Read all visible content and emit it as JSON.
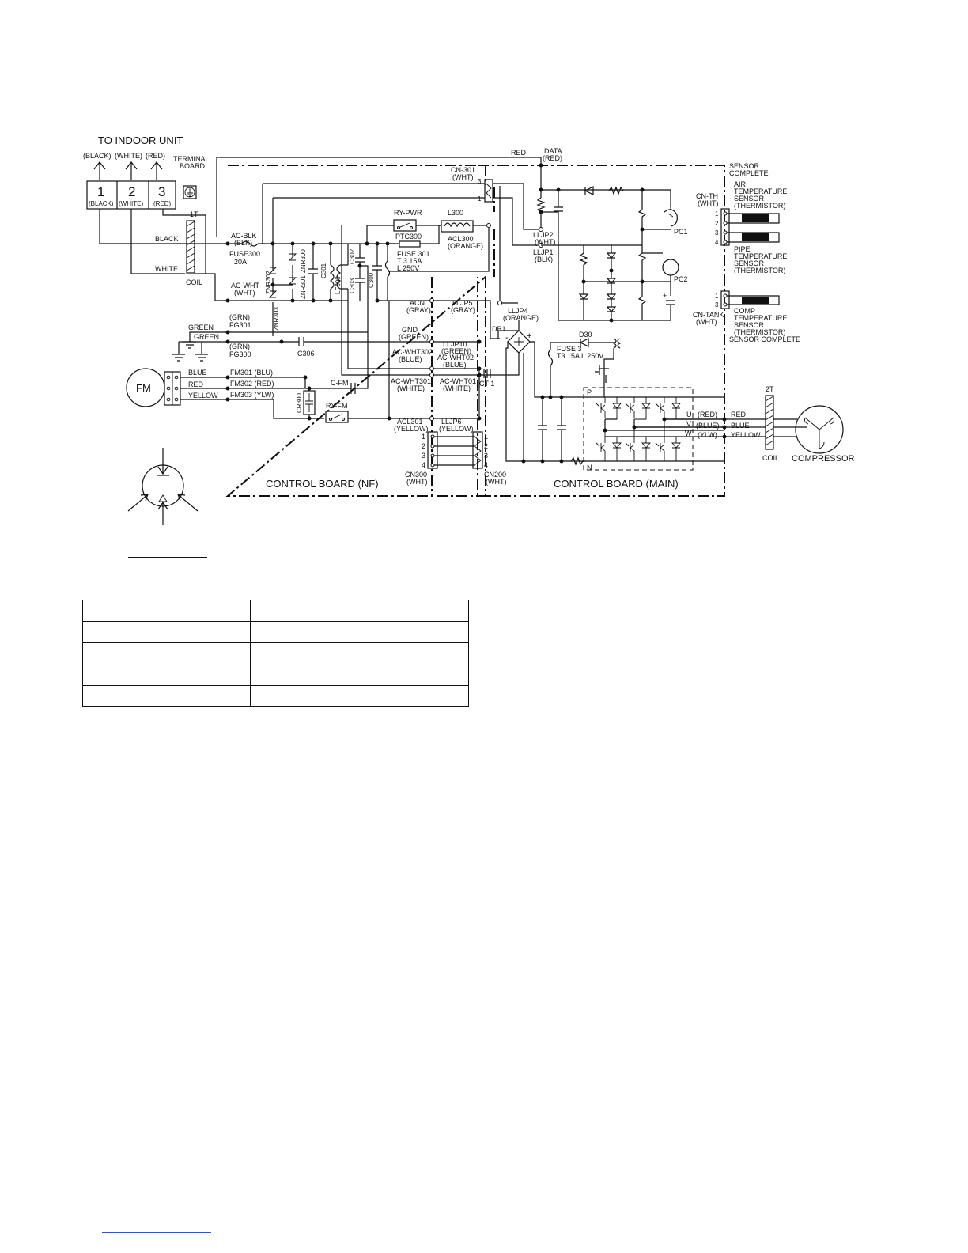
{
  "labels": {
    "to_indoor_unit": "TO INDOOR UNIT",
    "black_paren": "(BLACK)",
    "white_paren": "(WHITE)",
    "red_paren": "(RED)",
    "term1": "1",
    "term2": "2",
    "term3": "3",
    "terminal_board": "TERMINAL",
    "terminal_board2": "BOARD",
    "coil": "COIL",
    "one_t": "1T",
    "two_t": "2T",
    "black": "BLACK",
    "white": "WHITE",
    "green": "GREEN",
    "blue": "BLUE",
    "red": "RED",
    "yellow": "YELLOW",
    "fm": "FM",
    "data": "DATA",
    "data_red": "(RED)",
    "ac_blk": "AC-BLK",
    "blk_paren": "(BLK)",
    "fuse300": "FUSE300",
    "fuse300_rating": "20A",
    "ac_wht": "AC-WHT",
    "wht_paren": "(WHT)",
    "grn_paren": "(GRN)",
    "fg301": "FG301",
    "fg300": "FG300",
    "fm301": "FM301 (BLU)",
    "fm302": "FM302 (RED)",
    "fm303": "FM303 (YLW)",
    "cn301": "CN-301",
    "cn301_wht": "(WHT)",
    "ry_pwr": "RY-PWR",
    "l300": "L300",
    "ptc300": "PTC300",
    "acl300": "ACL300",
    "orange_paren": "(ORANGE)",
    "fuse301": "FUSE 301",
    "fuse301_r1": "T 3.15A",
    "fuse301_r2": "L 250V",
    "znr300": "ZNR300",
    "znr301": "ZNR301",
    "znr302": "ZNR302",
    "znr303": "ZNR303",
    "c301": "C301",
    "lf300": "LF300",
    "c302": "C302",
    "c303": "C303",
    "c300": "C300",
    "c306": "C306",
    "acn": "ACN",
    "gray_paren": "(GRAY)",
    "gnd": "GND",
    "green_paren": "(GREEN)",
    "llj_p5": "LLJP5",
    "llj_p4": "LLJP4",
    "llj_p2": "LLJP2",
    "llj_p1": "LLJP1",
    "llj_p10": "LLJP10",
    "llj_p6": "LLJP6",
    "ac_wht302": "AC-WHT302",
    "blue_paren": "(BLUE)",
    "ac_wht02": "AC-WHT02",
    "ac_wht301": "AC-WHT301",
    "white_paren2": "(WHITE)",
    "ac_wht01": "AC-WHT01",
    "acl301": "ACL301",
    "yellow_paren": "(YELLOW)",
    "c_fm": "C-FM",
    "cr300": "CR300",
    "ry_fm": "RY-FM",
    "ct1": "CT 1",
    "db1": "DB1",
    "d30": "D30",
    "fuse3": "FUSE 3",
    "fuse3_rating": "T3.15A L 250V",
    "cn300": "CN300",
    "cn200": "CN200",
    "control_board_nf": "CONTROL BOARD (NF)",
    "control_board_main": "CONTROL BOARD (MAIN)",
    "sensor_complete": "SENSOR",
    "sensor_complete2": "COMPLETE",
    "sensor_complete_full": "SENSOR COMPLETE",
    "cn_th": "CN-TH",
    "cn_tank": "CN-TANK",
    "air_temp": "AIR",
    "air_temp2": "TEMPERATURE",
    "air_temp3": "SENSOR",
    "thermistor": "(THERMISTOR)",
    "pipe_temp": "PIPE",
    "comp_temp": "COMP",
    "pc1": "PC1",
    "pc2": "PC2",
    "p": "P",
    "n": "N",
    "u": "U",
    "v": "V",
    "w": "W",
    "ylw_paren": "(YLW)",
    "compressor": "COMPRESSOR",
    "pin1": "1",
    "pin2": "2",
    "pin3": "3",
    "pin4": "4",
    "plus": "+",
    "minus": "-"
  }
}
